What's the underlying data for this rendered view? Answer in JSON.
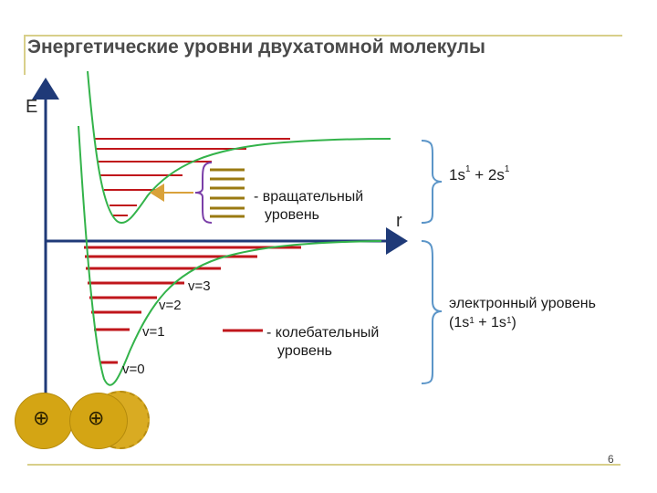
{
  "title": "Энергетические уровни двухатомной молекулы",
  "axes": {
    "energy": "E",
    "distance": "r"
  },
  "legend": {
    "rotational": [
      "- вращательный",
      "уровень"
    ],
    "vibrational": [
      "- колебательный",
      "уровень"
    ]
  },
  "vibrational_labels": [
    "v=3",
    "v=2",
    "v=1",
    "v=0"
  ],
  "states": {
    "upper": {
      "text": "1s",
      "sup1": "1",
      "mid": " + 2s",
      "sup2": "1"
    },
    "lower": {
      "line1": "электронный уровень",
      "open": "(1s",
      "sup1": "1",
      "mid": " + 1s",
      "sup2": "1",
      "close": ")"
    }
  },
  "nuclei_symbol": "⊕",
  "page_number": "6",
  "colors": {
    "curve": "#33b34a",
    "vib_level": "#c0161b",
    "rot_level": "#9a7a12",
    "axis": "#1f3a78",
    "bracket": "#5b95c8",
    "nucleus": "#d4a514",
    "rule": "#d8cf8a"
  }
}
